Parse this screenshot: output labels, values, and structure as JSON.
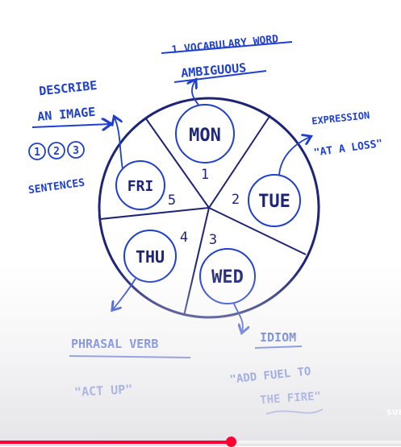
{
  "diagram": {
    "days": [
      {
        "day": "MON",
        "number": "1"
      },
      {
        "day": "TUE",
        "number": "2"
      },
      {
        "day": "WED",
        "number": "3"
      },
      {
        "day": "THU",
        "number": "4"
      },
      {
        "day": "FRI",
        "number": "5"
      }
    ],
    "notes": {
      "mon_top": "1 VOCABULARY WORD",
      "mon_word": "AMBIGUOUS",
      "tue_title": "EXPRESSION",
      "tue_example": "\"AT A LOSS\"",
      "wed_title": "IDIOM",
      "wed_example_line1": "\"ADD FUEL TO",
      "wed_example_line2": "THE FIRE\"",
      "thu_title": "PHRASAL VERB",
      "thu_example": "\"ACT UP\"",
      "fri_line1": "DESCRIBE",
      "fri_line2": "AN IMAGE",
      "fri_counts": [
        "1",
        "2",
        "3"
      ],
      "fri_line3": "SENTENCES"
    },
    "colors": {
      "wheel": "#1e2478",
      "ink": "#1f3fd0"
    }
  },
  "video": {
    "progress_fraction": 0.575,
    "watermark": "SUB"
  }
}
